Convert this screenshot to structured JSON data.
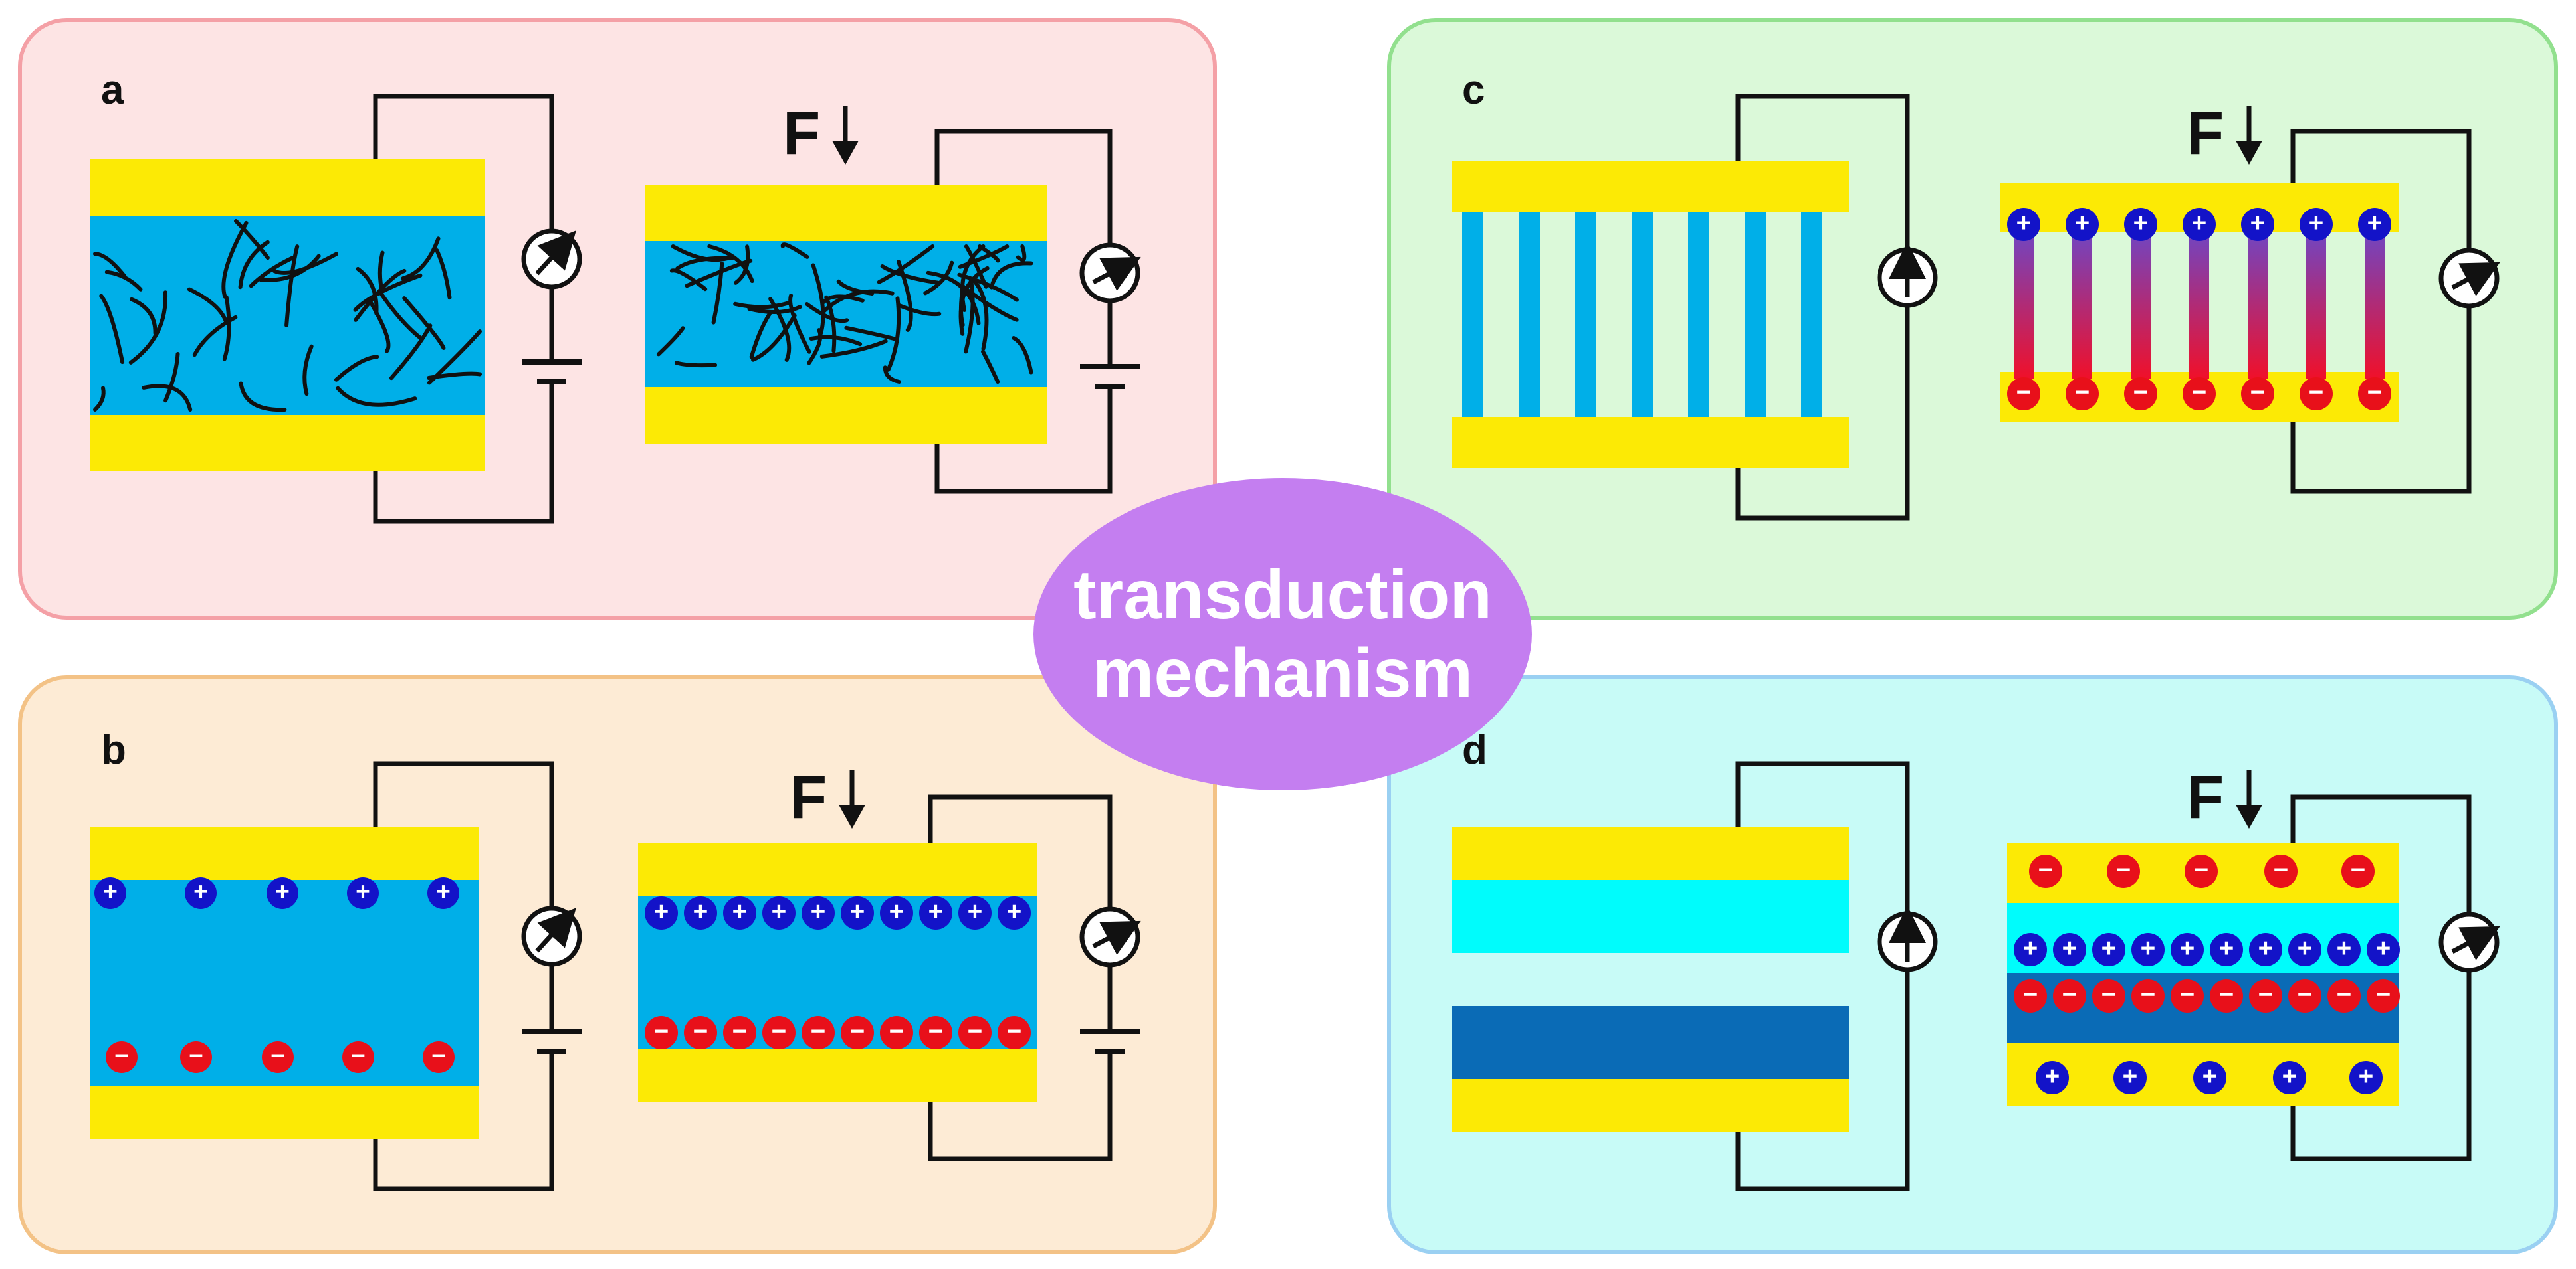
{
  "panels": [
    {
      "id": "a",
      "label": "a",
      "bg": "#fde4e4",
      "border": "#f4a0a6"
    },
    {
      "id": "b",
      "label": "b",
      "bg": "#fdebd5",
      "border": "#f3c286"
    },
    {
      "id": "c",
      "label": "c",
      "bg": "#dbf9d9",
      "border": "#92e08e"
    },
    {
      "id": "d",
      "label": "d",
      "bg": "#c8fbf7",
      "border": "#9ad0f2"
    }
  ],
  "force_label": "F",
  "center": {
    "line1": "transduction",
    "line2": "mechanism",
    "color": "#c47ef0"
  },
  "colors": {
    "electrode": "#fcea05",
    "dielectric": "#00afe8",
    "cyan_layer": "#00fcfc",
    "dark_blue_layer": "#0a6bb6",
    "positive_ion": "#1313c8",
    "negative_ion": "#e8101a",
    "wire": "#111111"
  },
  "symbols": {
    "positive": "+",
    "negative": "−"
  }
}
